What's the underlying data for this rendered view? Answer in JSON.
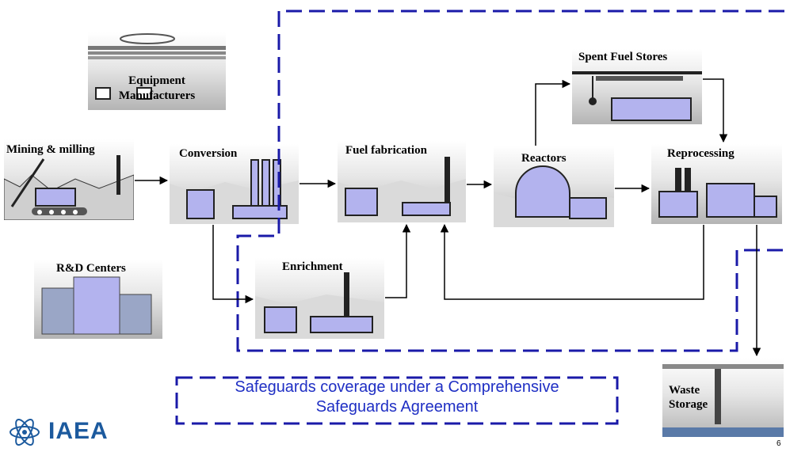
{
  "diagram": {
    "facilities": {
      "mining": "Mining & milling",
      "conversion": "Conversion",
      "fuel_fabrication": "Fuel fabrication",
      "reactors": "Reactors",
      "spent_fuel": "Spent Fuel Stores",
      "reprocessing": "Reprocessing",
      "enrichment": "Enrichment",
      "equipment_line1": "Equipment",
      "equipment_line2": "Manufacturers",
      "rnd": "R&D Centers",
      "waste_line1": "Waste",
      "waste_line2": "Storage"
    },
    "caption_line1": "Safeguards coverage under a Comprehensive",
    "caption_line2": "Safeguards Agreement"
  },
  "logo": {
    "text": "IAEA"
  },
  "page_number": "6",
  "colors": {
    "boundary": "#1a1aa8",
    "caption": "#1f2fc4",
    "logo": "#1c5a9e",
    "building": "#b3b3ee"
  }
}
